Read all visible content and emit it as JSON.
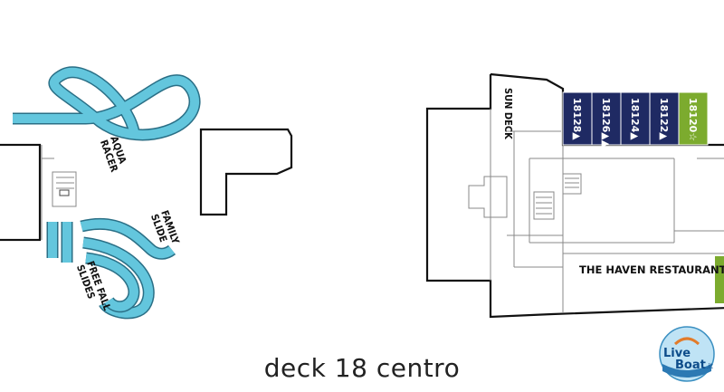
{
  "caption": "deck 18 centro",
  "labels": {
    "aqua_racer": [
      "AQUA",
      "RACER"
    ],
    "family_slide": [
      "FAMILY",
      "SLIDE"
    ],
    "free_fall": [
      "FREE FALL",
      "SLIDES"
    ],
    "sun_deck": "SUN DECK",
    "restaurant": "THE HAVEN RESTAURANT"
  },
  "cabins": [
    {
      "number": "18128",
      "symbol": "▲",
      "color": "#1f2a63"
    },
    {
      "number": "18126",
      "symbol": "▲▲",
      "color": "#1f2a63"
    },
    {
      "number": "18124",
      "symbol": "▲",
      "color": "#1f2a63"
    },
    {
      "number": "18122",
      "symbol": "▲",
      "color": "#1f2a63"
    },
    {
      "number": "18120",
      "symbol": "☆",
      "color": "#7cab2e"
    }
  ],
  "colors": {
    "slide_fill": "#63c6dd",
    "slide_outline": "#2a6f86",
    "suite_blue": "#1f2a63",
    "suite_green": "#7cab2e"
  },
  "logo": {
    "text_live": "Live",
    "text_boat": "Boat",
    "suffix": ".it"
  }
}
